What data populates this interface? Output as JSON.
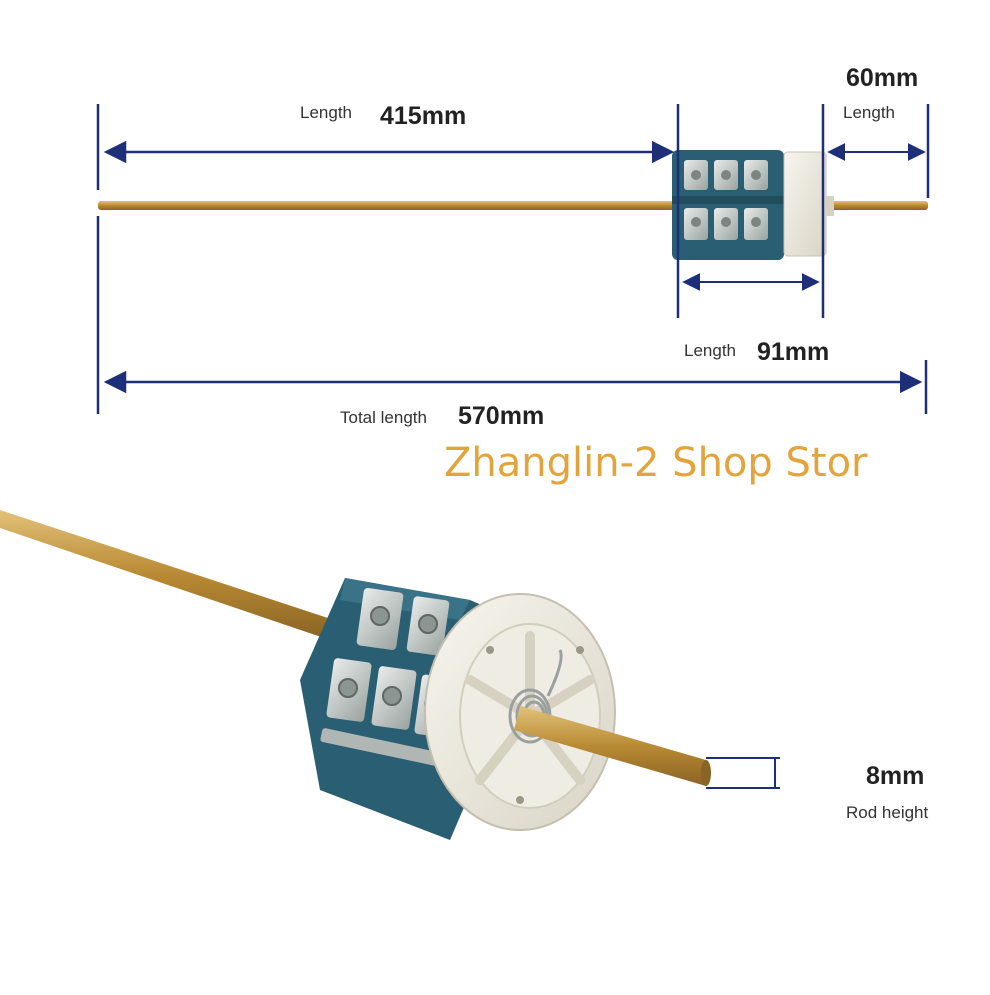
{
  "dimensions": {
    "rod_length": {
      "label": "Length",
      "value": "415mm"
    },
    "shaft_length": {
      "label": "Length",
      "value": "60mm"
    },
    "body_length": {
      "label": "Length",
      "value": "91mm"
    },
    "total_length": {
      "label": "Total length",
      "value": "570mm"
    },
    "rod_height": {
      "label": "Rod height",
      "value": "8mm"
    }
  },
  "watermark": {
    "text": "Zhanglin-2 Shop Stor"
  },
  "colors": {
    "dimension_line": "#1e2f7a",
    "rod": "#c49a3c",
    "switch_body": "#2a5e73",
    "switch_cap": "#ece9df",
    "terminal": "#c8ccc9",
    "watermark": "#e3a43c"
  }
}
